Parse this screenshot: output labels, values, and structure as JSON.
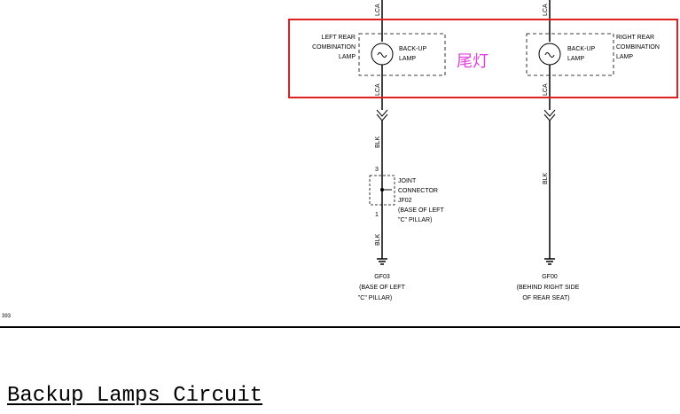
{
  "title": "Backup Lamps Circuit",
  "page_number": "393",
  "annotation": "尾灯",
  "left_lamp": {
    "location": [
      "LEFT REAR",
      "COMBINATION",
      "LAMP"
    ],
    "name": [
      "BACK-UP",
      "LAMP"
    ],
    "wire_in": "LCA",
    "wire_out": "LCA",
    "ground_wire_1": "BLK",
    "ground_wire_2": "BLK"
  },
  "right_lamp": {
    "location": [
      "RIGHT REAR",
      "COMBINATION",
      "LAMP"
    ],
    "name": [
      "BACK-UP",
      "LAMP"
    ],
    "wire_in": "LCA",
    "wire_out": "LCA",
    "ground_wire": "BLK"
  },
  "joint_connector": {
    "label": [
      "JOINT",
      "CONNECTOR",
      "JF02",
      "(BASE OF LEFT",
      "\"C\" PILLAR)"
    ],
    "pin_top": "3",
    "pin_bottom": "1"
  },
  "grounds": [
    {
      "id": "GF03",
      "location": [
        "(BASE OF LEFT",
        "\"C\" PILLAR)"
      ]
    },
    {
      "id": "GF00",
      "location": [
        "(BEHIND RIGHT SIDE",
        "OF REAR SEAT)"
      ]
    }
  ],
  "colors": {
    "wire": "#000000",
    "highlight_box": "#e02020",
    "annotation": "#e040e0"
  }
}
